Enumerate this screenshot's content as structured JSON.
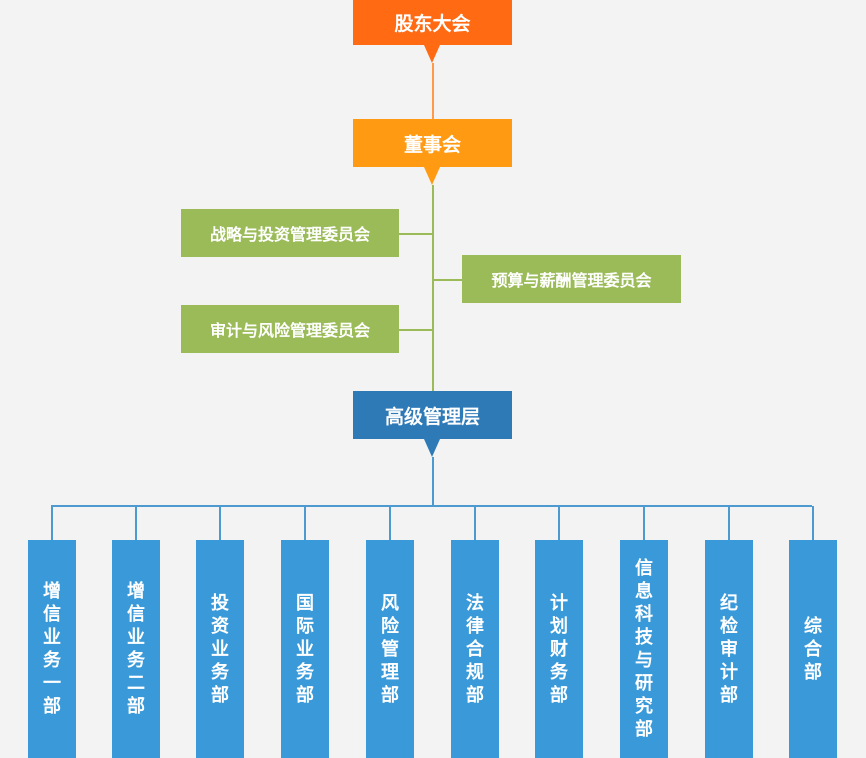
{
  "org_chart": {
    "shareholders": "股东大会",
    "board": "董事会",
    "committees": {
      "strategy": "战略与投资管理委员会",
      "budget": "预算与薪酬管理委员会",
      "audit": "审计与风险管理委员会"
    },
    "senior_management": "高级管理层",
    "departments": [
      "增信业务一部",
      "增信业务二部",
      "投资业务部",
      "国际业务部",
      "风险管理部",
      "法律合规部",
      "计划财务部",
      "信息科技与研究部",
      "纪检审计部",
      "综合部"
    ]
  },
  "colors": {
    "shareholders": "#ff6a13",
    "board": "#ff9a12",
    "committee": "#9bbb59",
    "senior_management": "#2d7ab7",
    "department": "#3a9ad9",
    "background": "#f3f3f3"
  }
}
